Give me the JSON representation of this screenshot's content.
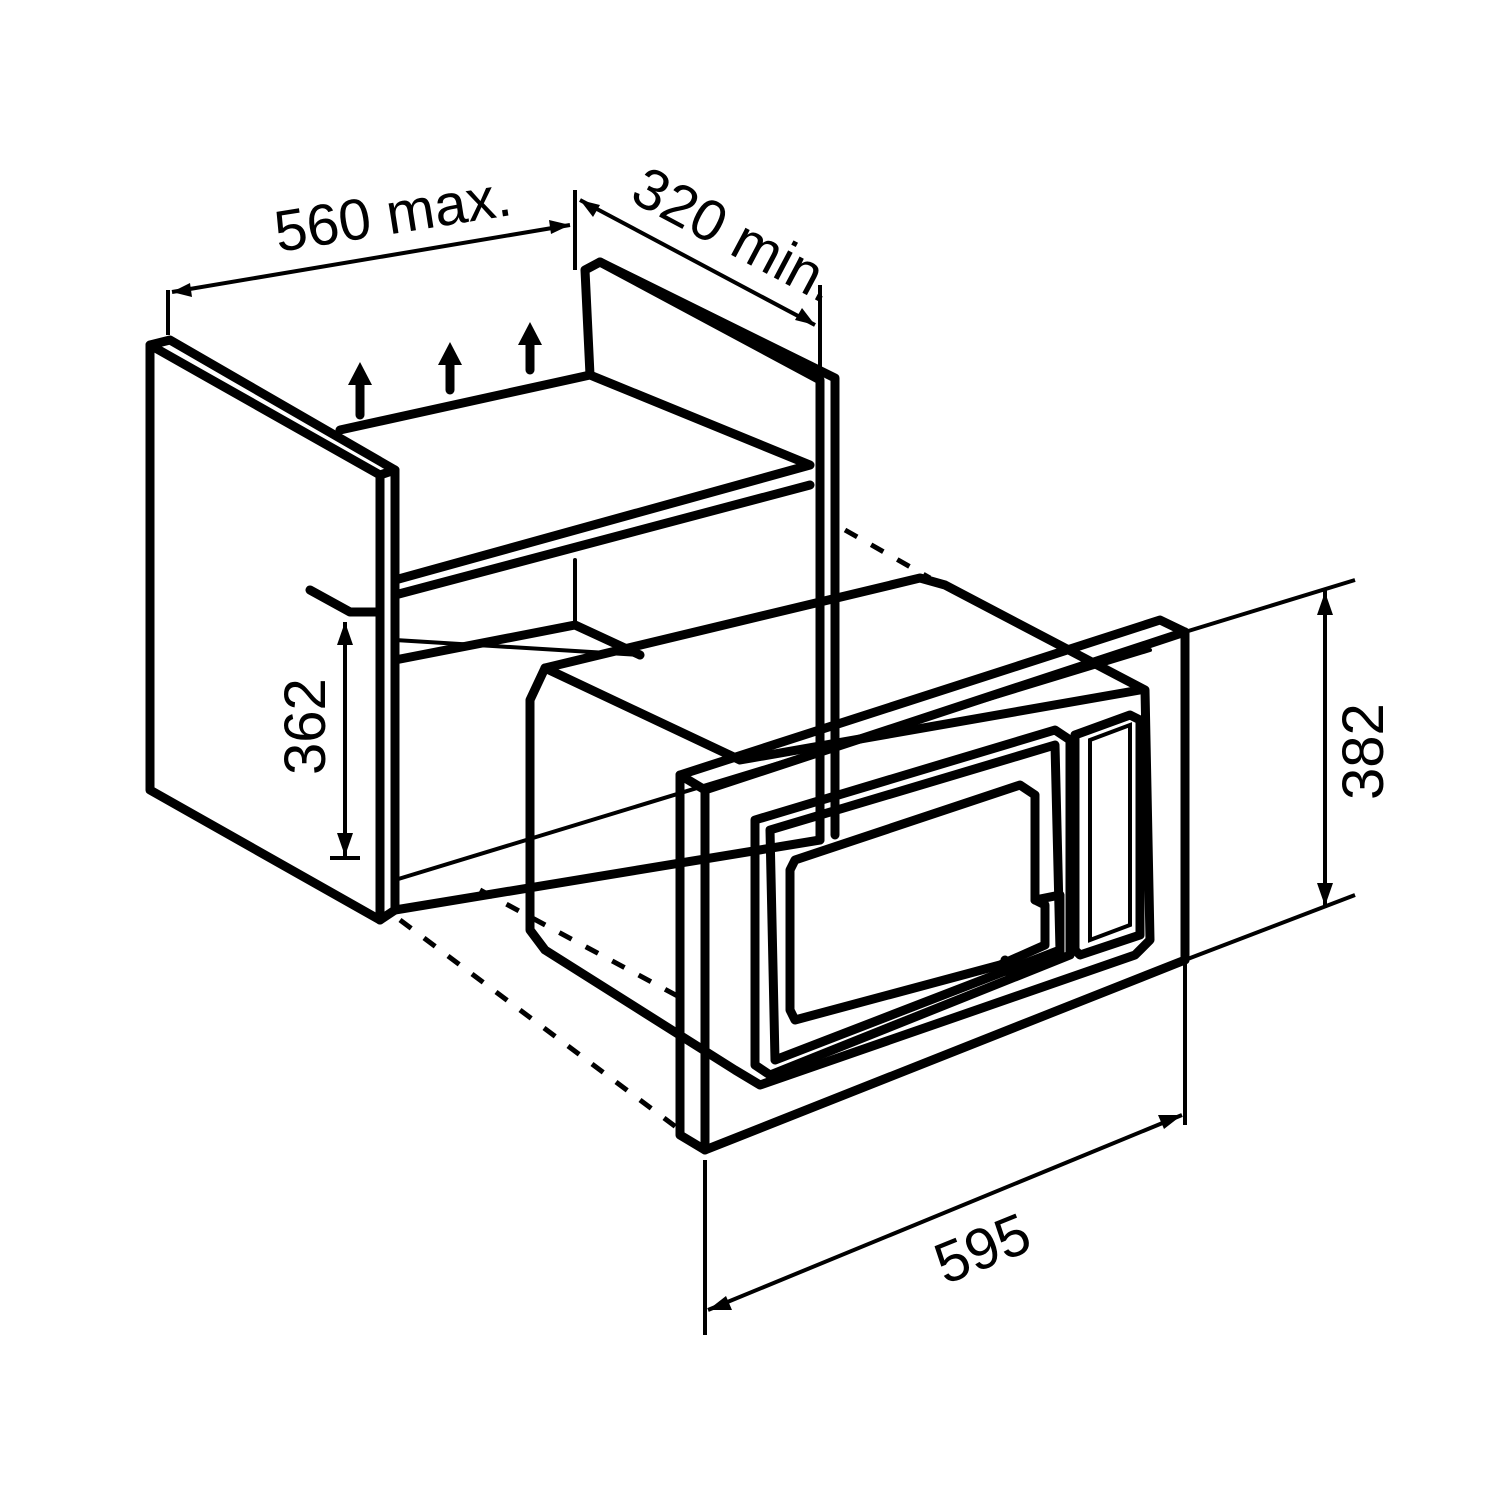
{
  "dimensions": {
    "niche_width": "560 max.",
    "niche_depth": "320 min.",
    "niche_height": "362",
    "appliance_height": "382",
    "appliance_width": "595"
  },
  "icons": [
    "ventilation-arrow-icon",
    "ventilation-arrow-icon",
    "ventilation-arrow-icon"
  ]
}
